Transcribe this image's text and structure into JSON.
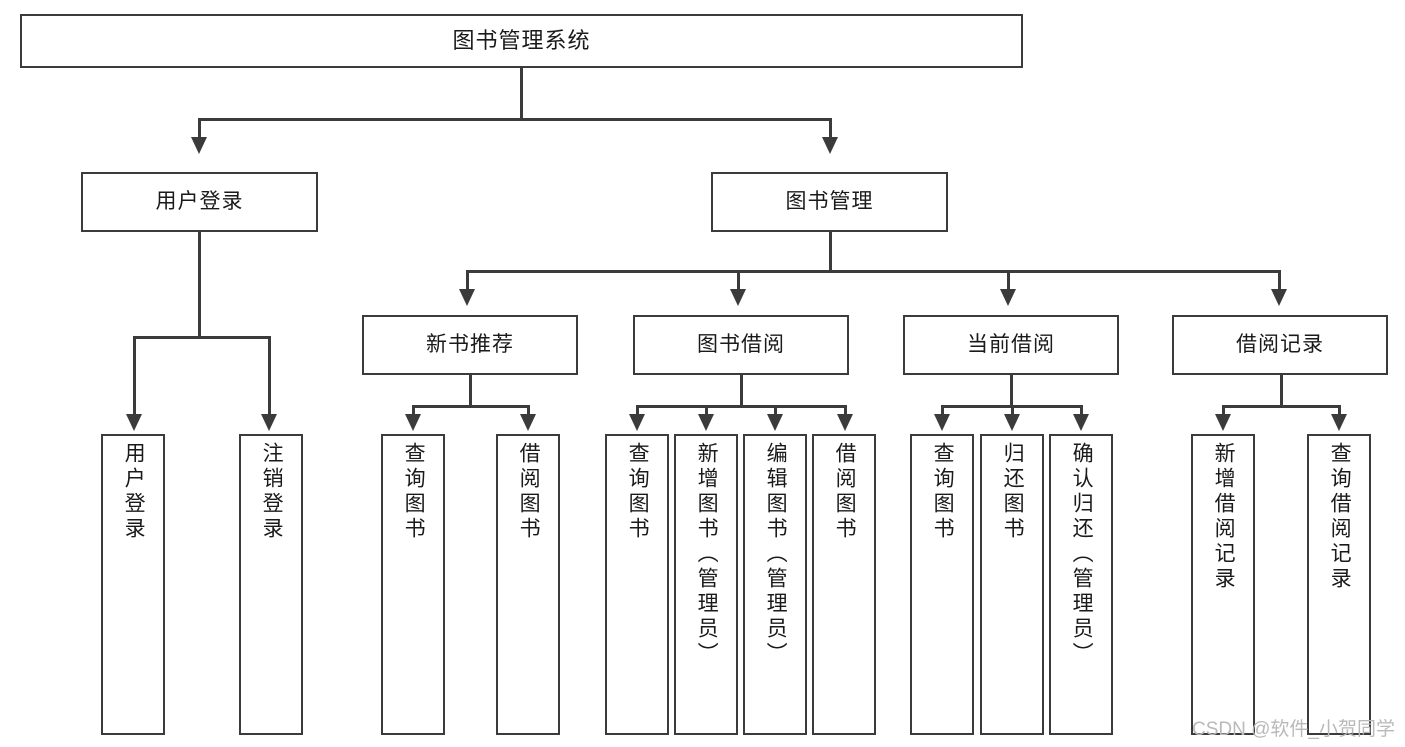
{
  "diagram": {
    "type": "tree-hierarchy-chart",
    "title": "图书管理系统",
    "colors": {
      "stroke": "#3b3b3b",
      "fill": "#ffffff",
      "text": "#1a1a1a",
      "watermark": "#b9b9b9"
    },
    "levels": {
      "root": {
        "label": "图书管理系统"
      },
      "level2": [
        {
          "label": "用户登录"
        },
        {
          "label": "图书管理"
        }
      ],
      "level3": [
        {
          "label": "新书推荐"
        },
        {
          "label": "图书借阅"
        },
        {
          "label": "当前借阅"
        },
        {
          "label": "借阅记录"
        }
      ],
      "leaves": {
        "user_login": [
          {
            "label": "用户登录"
          },
          {
            "label": "注销登录"
          }
        ],
        "new_book_recommend": [
          {
            "label": "查询图书"
          },
          {
            "label": "借阅图书"
          }
        ],
        "book_borrow": [
          {
            "label": "查询图书"
          },
          {
            "label": "新增图书（管理员）"
          },
          {
            "label": "编辑图书（管理员）"
          },
          {
            "label": "借阅图书"
          }
        ],
        "current_borrow": [
          {
            "label": "查询图书"
          },
          {
            "label": "归还图书"
          },
          {
            "label": "确认归还（管理员）"
          }
        ],
        "borrow_record": [
          {
            "label": "新增借阅记录"
          },
          {
            "label": "查询借阅记录"
          }
        ]
      }
    }
  },
  "watermark": {
    "text": "CSDN @软件_小贺同学"
  }
}
